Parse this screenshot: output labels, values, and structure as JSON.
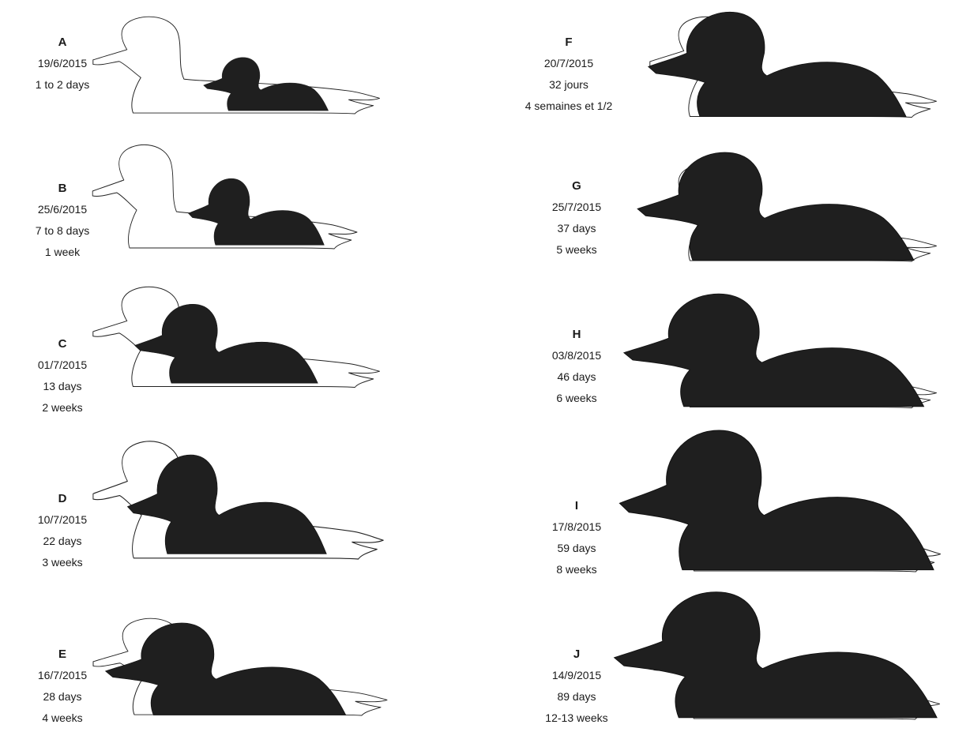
{
  "panels": [
    {
      "id": "A",
      "lines": [
        "A",
        "19/6/2015",
        "1 to 2 days"
      ],
      "growth": 0.18
    },
    {
      "id": "B",
      "lines": [
        "B",
        "25/6/2015",
        "7 to 8 days",
        "1 week"
      ],
      "growth": 0.28
    },
    {
      "id": "C",
      "lines": [
        "C",
        "01/7/2015",
        "13 days",
        "2 weeks"
      ],
      "growth": 0.44
    },
    {
      "id": "D",
      "lines": [
        "D",
        "10/7/2015",
        "22 days",
        "3 weeks"
      ],
      "growth": 0.5
    },
    {
      "id": "E",
      "lines": [
        "E",
        "16/7/2015",
        "28 days",
        "4 weeks"
      ],
      "growth": 0.62
    },
    {
      "id": "F",
      "lines": [
        "F",
        "20/7/2015",
        "32 jours",
        "4 semaines et 1/2"
      ],
      "growth": 0.72
    },
    {
      "id": "G",
      "lines": [
        "G",
        "25/7/2015",
        "37 days",
        "5 weeks"
      ],
      "growth": 0.8
    },
    {
      "id": "H",
      "lines": [
        "H",
        "03/8/2015",
        "46 days",
        "6 weeks"
      ],
      "growth": 0.9
    },
    {
      "id": "I",
      "lines": [
        "I",
        "17/8/2015",
        "59 days",
        "8 weeks"
      ],
      "growth": 0.96
    },
    {
      "id": "J",
      "lines": [
        "J",
        "14/9/2015",
        "89 days",
        "12-13 weeks"
      ],
      "growth": 1.0
    }
  ],
  "colors": {
    "silhouette": "#1f1f1f",
    "outline": "#222222",
    "background": "#ffffff"
  }
}
